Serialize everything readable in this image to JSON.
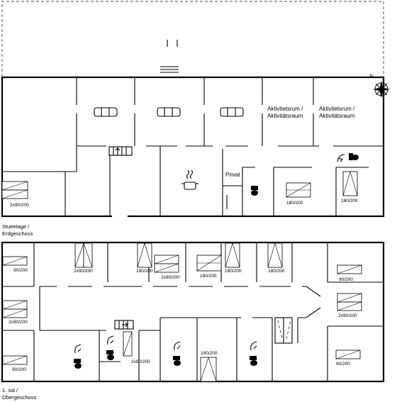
{
  "compass": {
    "north_label": "N",
    "icon": "compass-rose-icon"
  },
  "floors": {
    "ground": {
      "label_line1": "Stueetage /",
      "label_line2": "Erdgeschoss",
      "rooms": {
        "activity_1_line1": "Aktivitetsrum /",
        "activity_1_line2": "Aktivitätsraum",
        "activity_2_line1": "Aktivitetsrum /",
        "activity_2_line2": "Aktivitätsraum",
        "private": "Privat"
      },
      "beds": {
        "bed_left": "2x90/200",
        "bed_mid": "180/200",
        "bed_right": "180/200"
      }
    },
    "first": {
      "label_line1": "1. sal /",
      "label_line2": "Obergeschoss",
      "beds": {
        "b_left_top": "90/200",
        "b_left_mid": "2x90/200",
        "b_left_bottom": "90/200",
        "b_top_1": "2x90/200",
        "b_top_2": "180/200",
        "b_top_3": "2x90/200",
        "b_top_4": "180/200",
        "b_top_5": "180/200",
        "b_top_6": "180/200",
        "b_right_top": "90/200",
        "b_right_mid": "2x90/200",
        "b_right_bottom": "90/200",
        "b_bottom_1": "2x80/200",
        "b_bottom_2": "180/200"
      }
    }
  }
}
